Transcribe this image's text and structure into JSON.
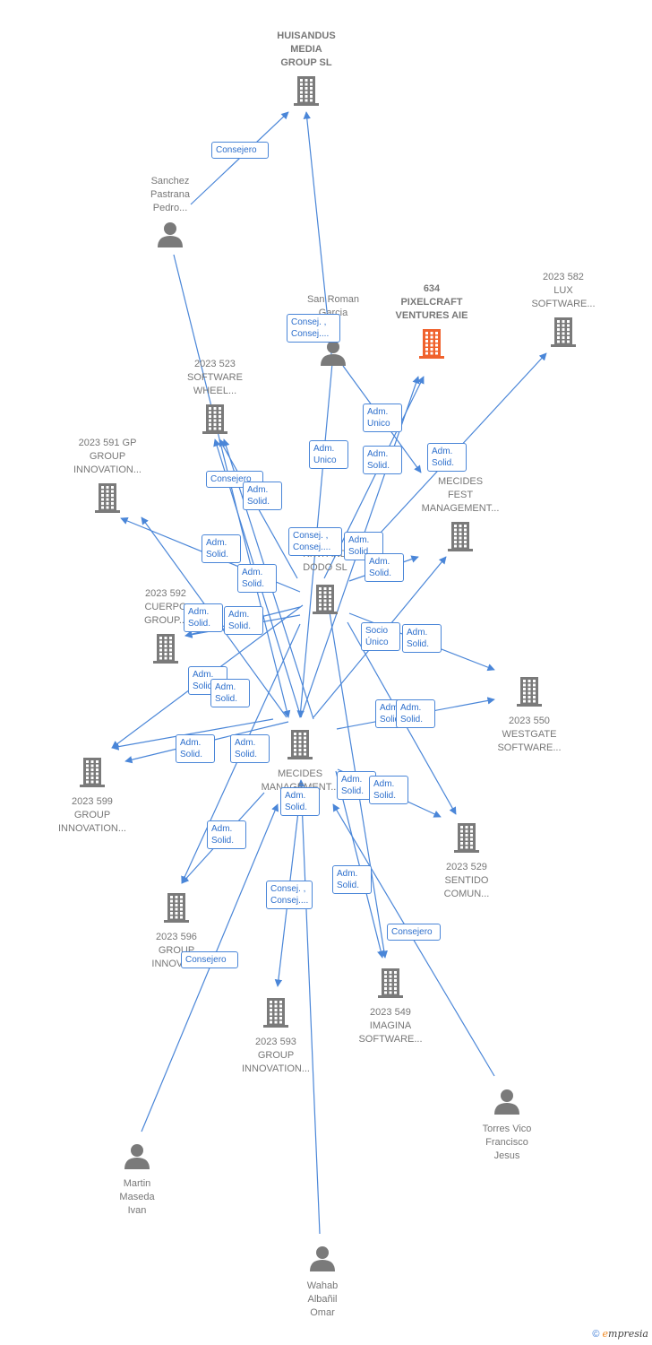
{
  "colors": {
    "edge": "#4a86d8",
    "node_icon": "#7a7a7a",
    "focus_icon": "#f0622d",
    "label_text": "#777777"
  },
  "nodes": [
    {
      "id": "huisandus",
      "kind": "company",
      "label": [
        "HUISANDUS",
        "MEDIA",
        "GROUP  SL"
      ],
      "icon": "building-icon"
    },
    {
      "id": "sanchez",
      "kind": "person",
      "label": [
        "Sanchez",
        "Pastrana",
        "Pedro..."
      ],
      "icon": "person-icon"
    },
    {
      "id": "sanroman",
      "kind": "person",
      "label": [
        "San Roman",
        "Garcia",
        "...s"
      ],
      "icon": "person-icon"
    },
    {
      "id": "pixelcraft",
      "kind": "focus",
      "label": [
        "634",
        "PIXELCRAFT",
        "VENTURES AIE"
      ],
      "icon": "building-icon"
    },
    {
      "id": "lux",
      "kind": "company",
      "label": [
        "2023 582",
        "LUX",
        "SOFTWARE..."
      ],
      "icon": "building-icon"
    },
    {
      "id": "wheel",
      "kind": "company",
      "label": [
        "2023 523",
        "SOFTWARE",
        "WHEEL..."
      ],
      "icon": "building-icon"
    },
    {
      "id": "gp591",
      "kind": "company",
      "label": [
        "2023 591 GP",
        "GROUP",
        "INNOVATION..."
      ],
      "icon": "building-icon"
    },
    {
      "id": "mecfest",
      "kind": "company",
      "label": [
        "MECIDES",
        "FEST",
        "MANAGEMENT..."
      ],
      "icon": "building-icon"
    },
    {
      "id": "kiwi",
      "kind": "company",
      "label": [
        "KIWI AND",
        "DODO  SL"
      ],
      "icon": "building-icon"
    },
    {
      "id": "cuerpo",
      "kind": "company",
      "label": [
        "2023 592",
        "CUERPO",
        "GROUP..."
      ],
      "icon": "building-icon"
    },
    {
      "id": "westgate",
      "kind": "company",
      "label": [
        "2023 550",
        "WESTGATE",
        "SOFTWARE..."
      ],
      "icon": "building-icon"
    },
    {
      "id": "mecman",
      "kind": "company",
      "label": [
        "MECIDES",
        "MANAGEMENT..."
      ],
      "icon": "building-icon"
    },
    {
      "id": "gi599",
      "kind": "company",
      "label": [
        "2023 599",
        "GROUP",
        "INNOVATION..."
      ],
      "icon": "building-icon"
    },
    {
      "id": "sentido",
      "kind": "company",
      "label": [
        "2023 529",
        "SENTIDO",
        "COMUN..."
      ],
      "icon": "building-icon"
    },
    {
      "id": "gi596",
      "kind": "company",
      "label": [
        "2023 596",
        "GROUP",
        "INNOVAT..."
      ],
      "icon": "building-icon"
    },
    {
      "id": "imagina",
      "kind": "company",
      "label": [
        "2023 549",
        "IMAGINA",
        "SOFTWARE..."
      ],
      "icon": "building-icon"
    },
    {
      "id": "gi593",
      "kind": "company",
      "label": [
        "2023 593",
        "GROUP",
        "INNOVATION..."
      ],
      "icon": "building-icon"
    },
    {
      "id": "torres",
      "kind": "person",
      "label": [
        "Torres Vico",
        "Francisco",
        "Jesus"
      ],
      "icon": "person-icon"
    },
    {
      "id": "martin",
      "kind": "person",
      "label": [
        "Martin",
        "Maseda",
        "Ivan"
      ],
      "icon": "person-icon"
    },
    {
      "id": "wahab",
      "kind": "person",
      "label": [
        "Wahab",
        "Albañil",
        "Omar"
      ],
      "icon": "person-icon"
    }
  ],
  "edge_labels": [
    {
      "id": "e1",
      "lines": [
        "Consejero"
      ]
    },
    {
      "id": "e2",
      "lines": [
        "Consej. ,",
        "Consej...."
      ]
    },
    {
      "id": "e3",
      "lines": [
        "Adm.",
        "Unico"
      ]
    },
    {
      "id": "e4",
      "lines": [
        "Adm.",
        "Unico"
      ]
    },
    {
      "id": "e5",
      "lines": [
        "Adm.",
        "Solid."
      ]
    },
    {
      "id": "e6",
      "lines": [
        "Adm.",
        "Solid."
      ]
    },
    {
      "id": "e7",
      "lines": [
        "Consejero"
      ]
    },
    {
      "id": "e8",
      "lines": [
        "Adm.",
        "Solid."
      ]
    },
    {
      "id": "e9",
      "lines": [
        "Adm.",
        "Solid."
      ]
    },
    {
      "id": "e10",
      "lines": [
        "Consej. ,",
        "Consej...."
      ]
    },
    {
      "id": "e11",
      "lines": [
        "Adm.",
        "Solid."
      ]
    },
    {
      "id": "e12",
      "lines": [
        "Adm.",
        "Solid."
      ]
    },
    {
      "id": "e13",
      "lines": [
        "Adm.",
        "Solid."
      ]
    },
    {
      "id": "e14",
      "lines": [
        "Adm.",
        "Solid."
      ]
    },
    {
      "id": "e15",
      "lines": [
        "Adm.",
        "Solid."
      ]
    },
    {
      "id": "e16",
      "lines": [
        "Socio",
        "Único"
      ]
    },
    {
      "id": "e17",
      "lines": [
        "Adm.",
        "Solid."
      ]
    },
    {
      "id": "e18",
      "lines": [
        "Adm.",
        "Solid."
      ]
    },
    {
      "id": "e19",
      "lines": [
        "Adm.",
        "Solid."
      ]
    },
    {
      "id": "e20",
      "lines": [
        "Adm.",
        "Solid."
      ]
    },
    {
      "id": "e21",
      "lines": [
        "Adm.",
        "Solid."
      ]
    },
    {
      "id": "e22",
      "lines": [
        "Adm.",
        "Solid."
      ]
    },
    {
      "id": "e23",
      "lines": [
        "Adm.",
        "Solid."
      ]
    },
    {
      "id": "e24",
      "lines": [
        "Adm.",
        "Solid."
      ]
    },
    {
      "id": "e25",
      "lines": [
        "Adm.",
        "Solid."
      ]
    },
    {
      "id": "e26",
      "lines": [
        "Adm.",
        "Solid."
      ]
    },
    {
      "id": "e27",
      "lines": [
        "Adm.",
        "Solid."
      ]
    },
    {
      "id": "e28",
      "lines": [
        "Adm.",
        "Solid."
      ]
    },
    {
      "id": "e29",
      "lines": [
        "Consej. ,",
        "Consej...."
      ]
    },
    {
      "id": "e30",
      "lines": [
        "Consejero"
      ]
    },
    {
      "id": "e31",
      "lines": [
        "Consejero"
      ]
    }
  ],
  "watermark": {
    "symbol": "©",
    "brand_e": "e",
    "brand_rest": "mpresia"
  }
}
